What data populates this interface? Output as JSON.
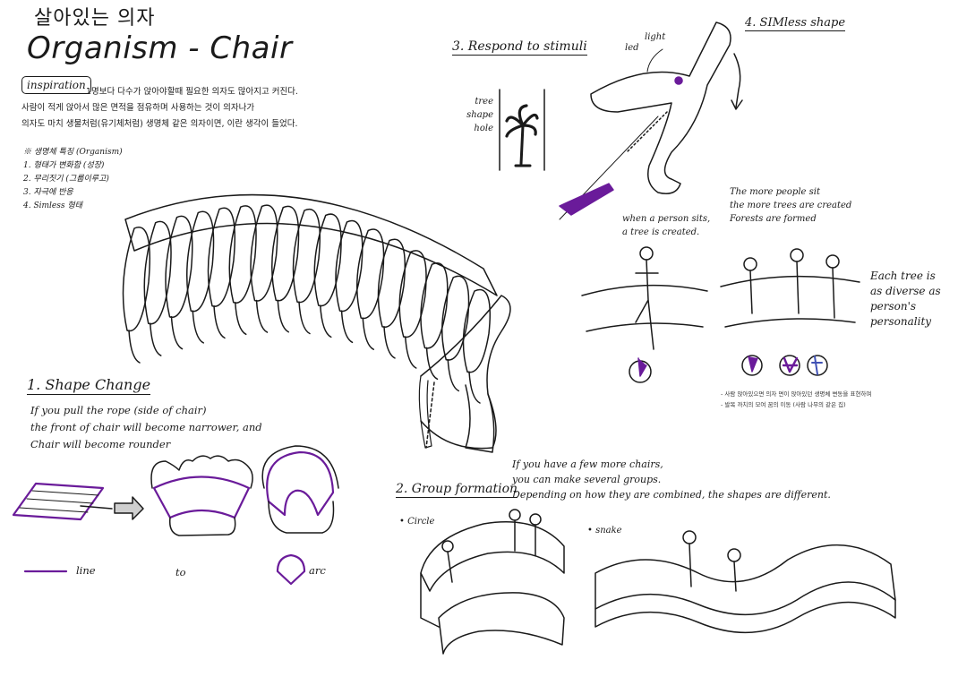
{
  "title": {
    "korean": "살아있는 의자",
    "english": "Organism - Chair"
  },
  "inspiration": {
    "label": "inspiration",
    "lines": [
      "1명보다 다수가 앉아야할때 필요한 의자도 많아지고 커진다.",
      "사람이 적게 앉아서 많은 면적을 점유하며 사용하는 것이 의자나가",
      "의자도 마치 생물처럼(유기체처럼) 생명체 같은 의자이면, 이란 생각이 들었다."
    ]
  },
  "organism_traits": {
    "heading": "※ 생명체 특징 (Organism)",
    "items": [
      "1. 형태가 변화함 (성장)",
      "2. 무리짓기 (그룹이루고)",
      "3. 자극에 반응",
      "4. Simless 형태"
    ]
  },
  "sections": {
    "shape_change": {
      "heading": "1. Shape Change",
      "description": [
        "If you pull the rope (side of chair)",
        "the front of chair will become narrower, and",
        "Chair will become rounder"
      ],
      "legend": {
        "line": "line",
        "to": "to",
        "arc": "arc"
      }
    },
    "group_formation": {
      "heading": "2. Group formation",
      "description": [
        "If you have a few more chairs,",
        "you can make several groups.",
        "Depending on how they are combined, the shapes are different."
      ],
      "circle_label": "• Circle",
      "snake_label": "• snake"
    },
    "respond_to_stimuli": {
      "heading": "3. Respond to stimuli",
      "tree_hole_label": [
        "tree",
        "shape",
        "hole"
      ],
      "led_label": "led",
      "light_label": "light",
      "sit_caption": [
        "when a person sits,",
        "a tree is created."
      ],
      "more_people_caption": [
        "The more people sit",
        "the more trees are created",
        "Forests are formed"
      ],
      "diversity_caption": [
        "Each tree is",
        "as diverse as",
        "person's",
        "personality"
      ],
      "korean_notes": [
        "- 사람 앉아있으면 의자 면이 앉아있던 생명체 변동을 표현하며",
        "- 발목 까치의 모여 꿈의 이동 (사람 나무의 같은 집)"
      ]
    },
    "seamless_shape": {
      "heading": "4. SIMless shape"
    }
  },
  "colors": {
    "ink": "#1a1a1a",
    "accent": "#6a1b9a",
    "paper": "#ffffff"
  }
}
